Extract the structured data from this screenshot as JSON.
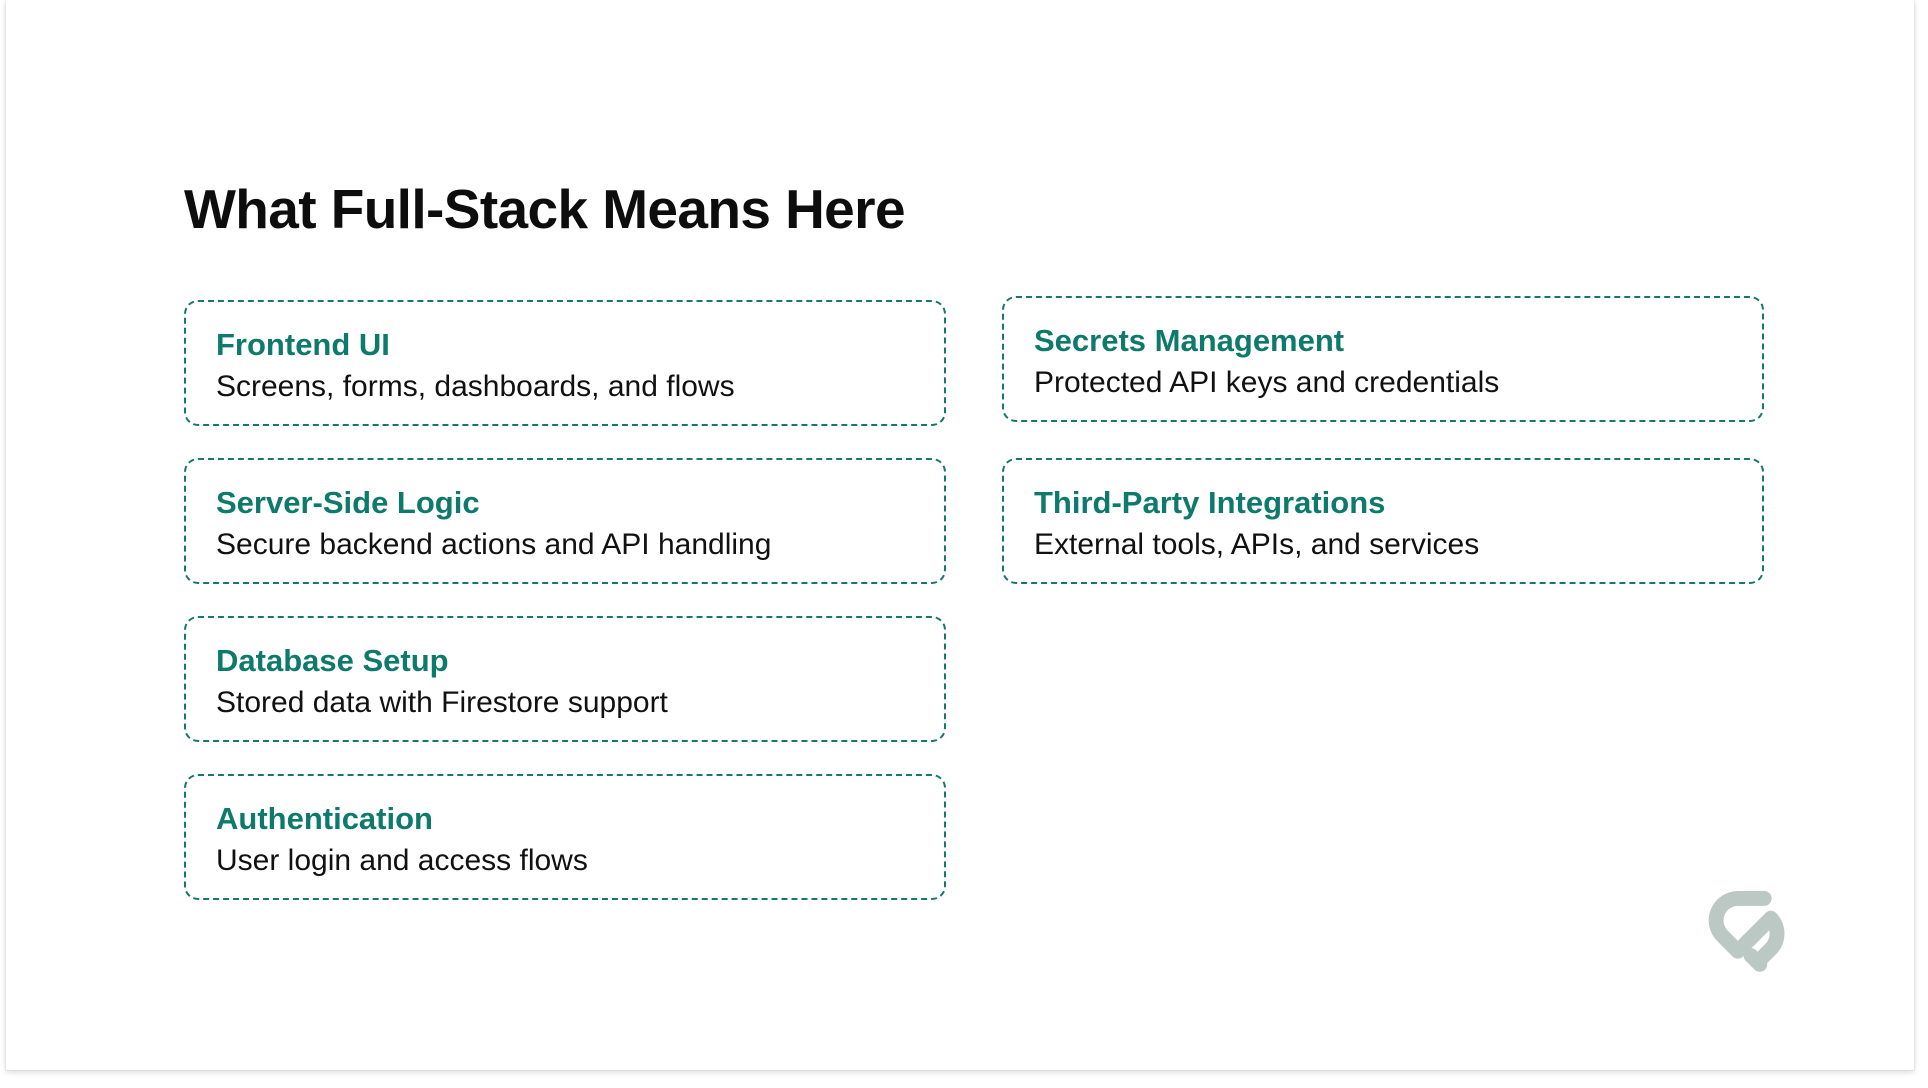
{
  "slide": {
    "title": "What Full-Stack Means Here",
    "background_color": "#ffffff",
    "accent_color": "#0e7a6b",
    "border_color": "#18776c",
    "body_text_color": "#111111",
    "title_color": "#0d0d0d"
  },
  "columns": {
    "left": {
      "cards": [
        {
          "title": "Frontend UI",
          "description": "Screens, forms, dashboards, and flows"
        },
        {
          "title": "Server-Side Logic",
          "description": "Secure backend actions and API handling"
        },
        {
          "title": "Database Setup",
          "description": "Stored data with Firestore support"
        },
        {
          "title": "Authentication",
          "description": "User login and access flows"
        }
      ]
    },
    "right": {
      "cards": [
        {
          "title": "Secrets Management",
          "description": "Protected API keys and credentials"
        },
        {
          "title": "Third-Party Integrations",
          "description": "External tools, APIs, and services"
        }
      ]
    }
  },
  "branding": {
    "logo_name": "s-link-logo-icon",
    "logo_color": "#b9c6c0"
  }
}
